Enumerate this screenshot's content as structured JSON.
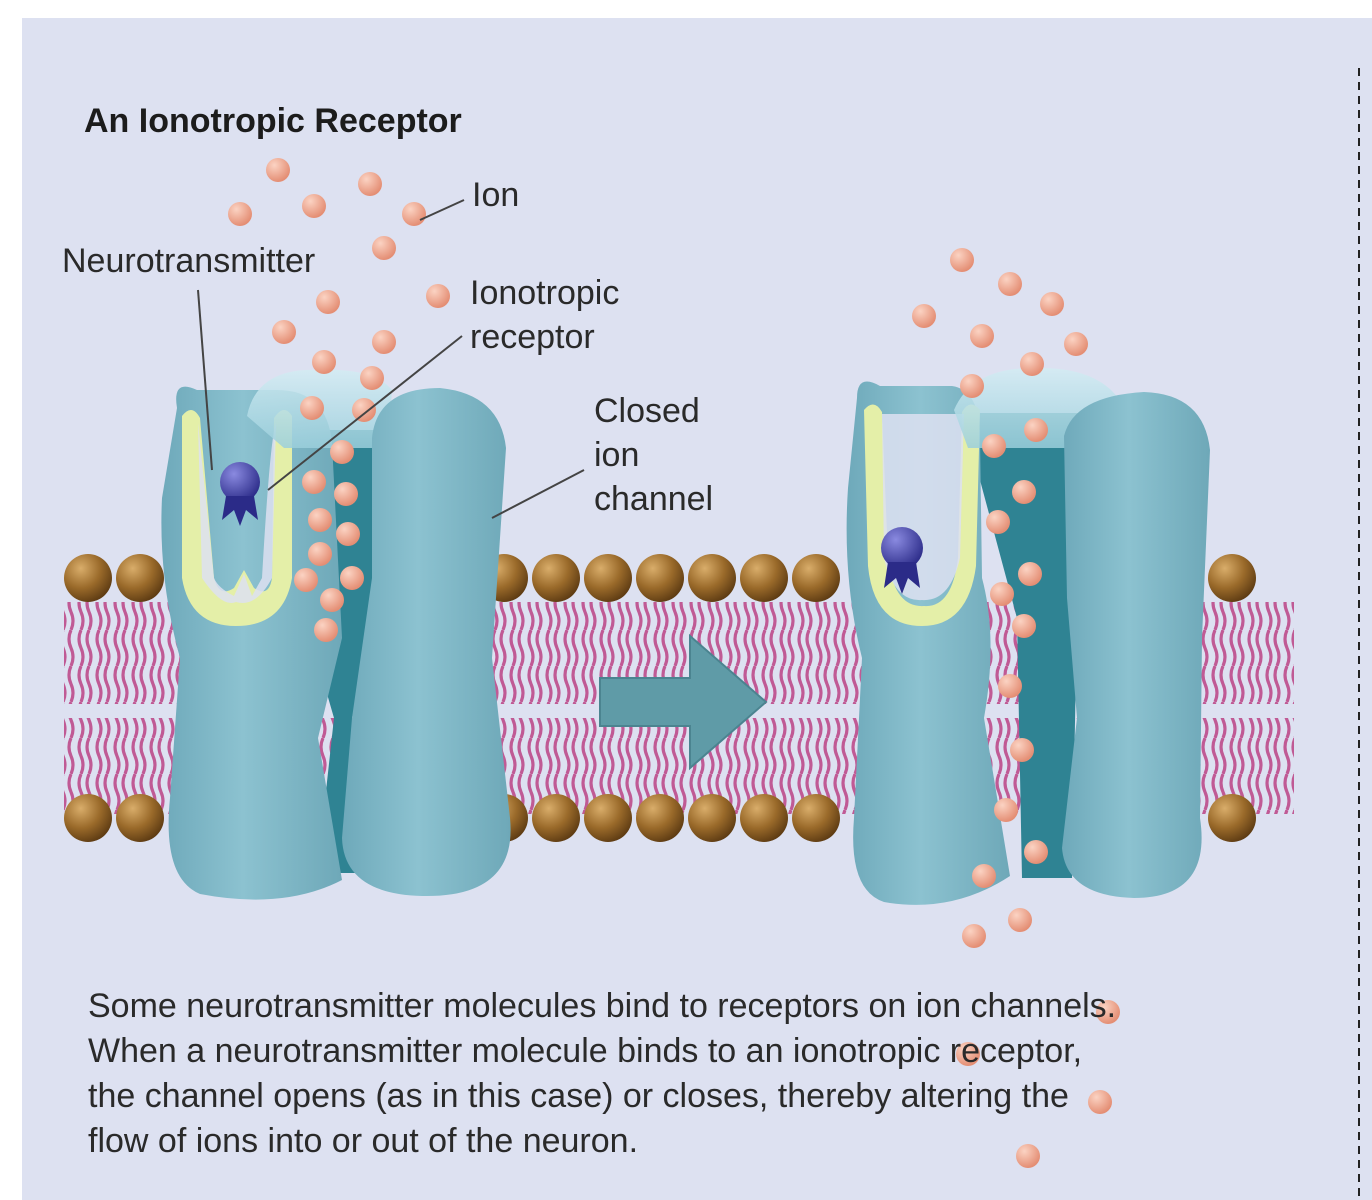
{
  "title": "An Ionotropic Receptor",
  "labels": {
    "ion": "Ion",
    "neurotransmitter": "Neurotransmitter",
    "receptor_line1": "Ionotropic",
    "receptor_line2": "receptor",
    "channel_line1": "Closed",
    "channel_line2": "ion",
    "channel_line3": "channel"
  },
  "caption": [
    "Some neurotransmitter molecules bind to receptors on ion channels.",
    "When a neurotransmitter molecule binds to an ionotropic receptor,",
    "the channel opens (as in this case) or closes, thereby altering the",
    "flow of ions into or out of the neuron."
  ],
  "colors": {
    "background": "#dde1f1",
    "protein": "#7fb6c6",
    "protein_dark": "#2f8393",
    "receptor_site": "#e4efa8",
    "lipid_head": "#9a6a2a",
    "lipid_tail": "#c05a95",
    "ion": "#f1a78e",
    "neurotransmitter": "#3c3c9c",
    "arrow": "#5f9ba7"
  },
  "icons": {
    "transition": "right-arrow-icon"
  }
}
